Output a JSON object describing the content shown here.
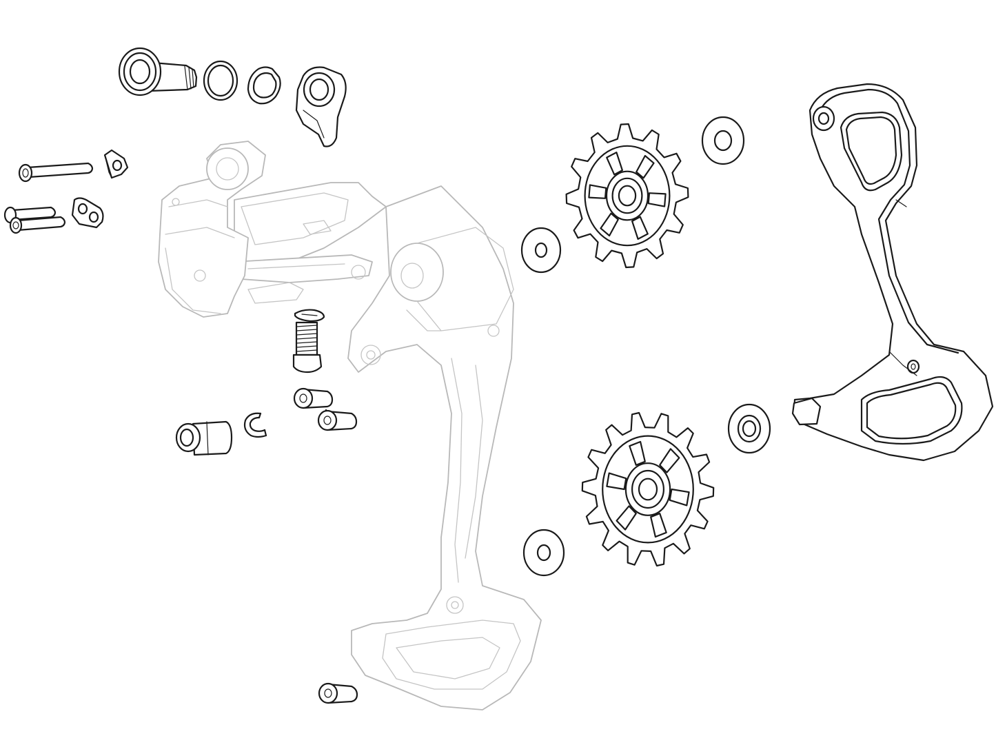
{
  "figure": {
    "type": "exploded-parts-diagram",
    "line_color_primary": "#1a1a1a",
    "line_color_ghost": "#b8b8b8",
    "background": "#ffffff",
    "parts": [
      "b-bolt-assembly",
      "b-bolt-washer",
      "b-bolt-spring-washer",
      "b-knuckle-stop-tab",
      "cage-pin-long",
      "cage-pin-short-pair",
      "limit-stop-plate",
      "pivot-stop-block",
      "b-tension-screw",
      "b-tension-washer",
      "cable-anchor-bolt-upper",
      "cable-anchor-bolt-lower",
      "barrel-adjuster",
      "e-clip",
      "upper-pulley-wheel",
      "lower-pulley-wheel",
      "upper-pulley-inner-washer",
      "upper-pulley-outer-washer",
      "lower-pulley-inner-washer",
      "lower-pulley-outer-washer",
      "inner-cage-plate",
      "derailleur-body-ghost"
    ]
  }
}
